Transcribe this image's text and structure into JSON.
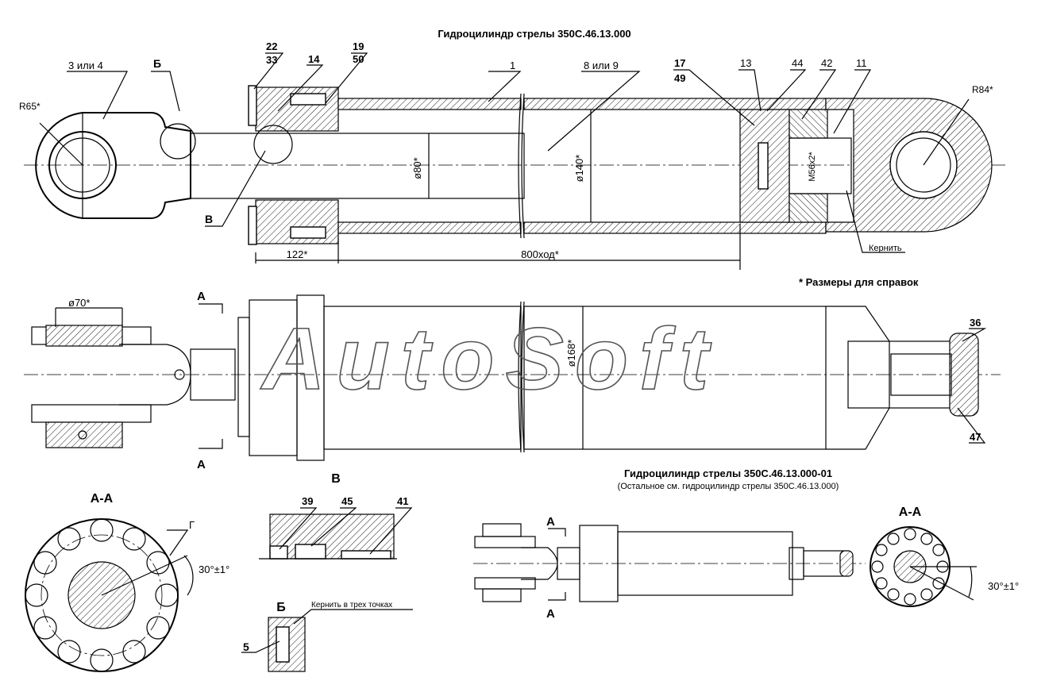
{
  "titles": {
    "main": "Гидроцилиндр стрелы 350С.46.13.000",
    "variant": "Гидроцилиндр стрелы 350С.46.13.000-01",
    "variant_note": "(Остальное см. гидроцилиндр стрелы 350С.46.13.000)",
    "reference_note": "* Размеры для справок"
  },
  "watermark": "AutoSoft",
  "callouts": {
    "c3or4": "3 или 4",
    "cB": "Б",
    "c22": "22",
    "c33": "33",
    "c14": "14",
    "c19": "19",
    "c50": "50",
    "c1": "1",
    "c8or9": "8 или 9",
    "c17": "17",
    "c49": "49",
    "c13": "13",
    "c44": "44",
    "c42": "42",
    "c11": "11",
    "cV": "В",
    "c36": "36",
    "c47": "47",
    "c39": "39",
    "c45": "45",
    "c41": "41",
    "c5": "5",
    "cG": "Г",
    "kernit": "Кернить",
    "kernit3": "Кернить в трех точках"
  },
  "dimensions": {
    "r65": "R65*",
    "r84": "R84*",
    "d80": "ø80*",
    "d140": "ø140*",
    "m56": "M56x2*",
    "len122": "122*",
    "len800": "800ход*",
    "d70": "ø70*",
    "d168": "ø168*",
    "angle1": "30°±1°",
    "angle2": "30°±1°"
  },
  "section_labels": {
    "a_top": "А",
    "a_bottom": "А",
    "aa_left": "А-А",
    "view_v": "В",
    "view_b": "Б",
    "aa_right": "А-А",
    "a2_top": "А",
    "a2_bottom": "А"
  }
}
